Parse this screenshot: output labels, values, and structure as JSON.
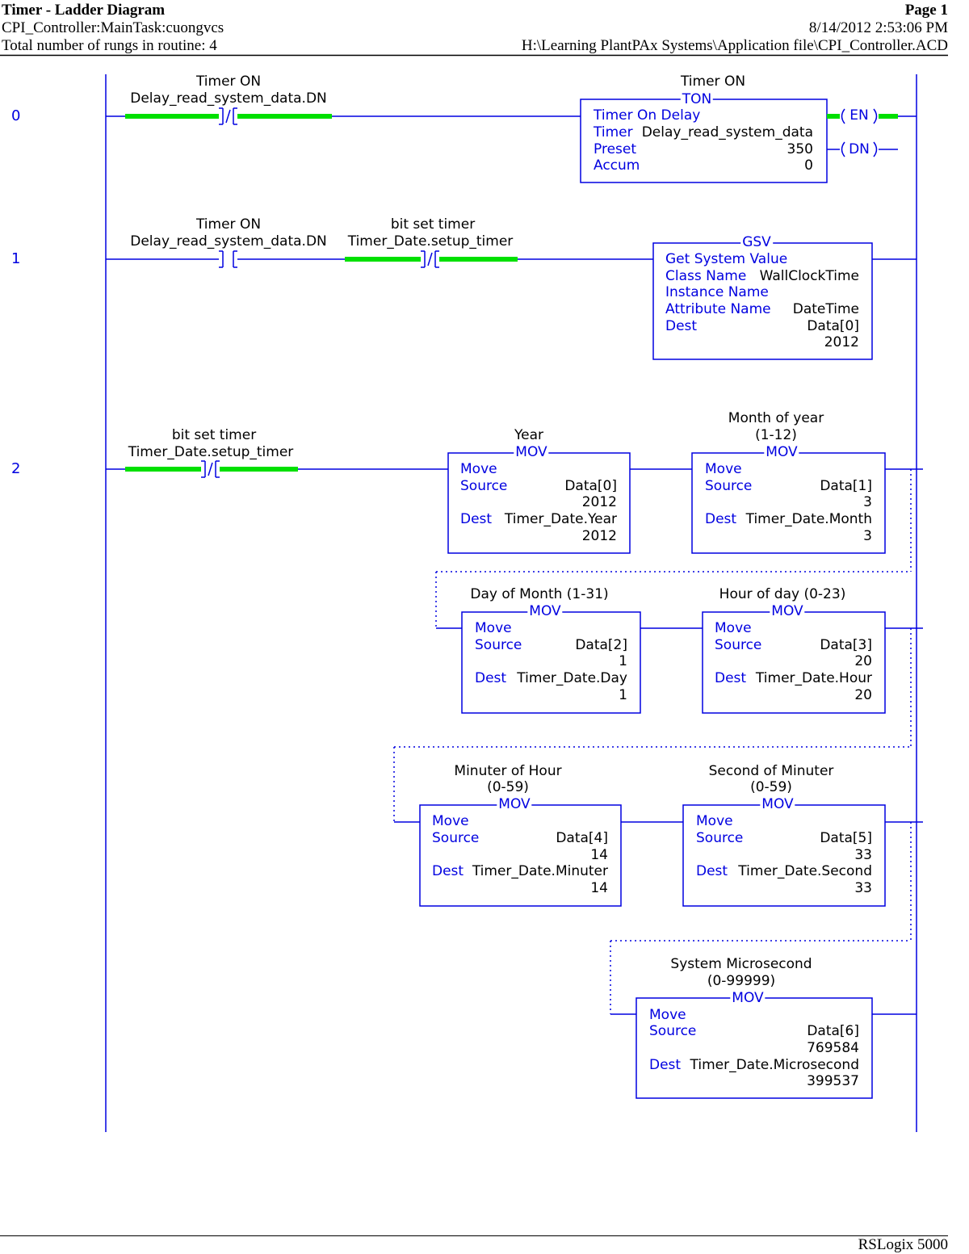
{
  "header": {
    "title": "Timer - Ladder Diagram",
    "page": "Page 1",
    "task": "CPI_Controller:MainTask:cuongvcs",
    "datetime": "8/14/2012 2:53:06 PM",
    "rungs_total": "Total number of rungs in routine: 4",
    "file_path": "H:\\Learning PlantPAx Systems\\Application file\\CPI_Controller.ACD"
  },
  "footer": {
    "software": "RSLogix 5000"
  },
  "colors": {
    "wire": "#0000e0",
    "energized": "#00e000",
    "text": "#000000"
  },
  "rungs": {
    "r0": {
      "number": "0",
      "contact": {
        "desc": "Timer ON",
        "tag": "Delay_read_system_data.DN"
      },
      "ton": {
        "desc": "Timer ON",
        "mnemonic": "TON",
        "title": "Timer On Delay",
        "timer_label": "Timer",
        "timer_value": "Delay_read_system_data",
        "preset_label": "Preset",
        "preset_value": "350",
        "accum_label": "Accum",
        "accum_value": "0",
        "en": "EN",
        "dn": "DN"
      }
    },
    "r1": {
      "number": "1",
      "contact1": {
        "desc": "Timer ON",
        "tag": "Delay_read_system_data.DN"
      },
      "contact2": {
        "desc": "bit set timer",
        "tag": "Timer_Date.setup_timer"
      },
      "gsv": {
        "mnemonic": "GSV",
        "title": "Get System Value",
        "class_label": "Class Name",
        "class_value": "WallClockTime",
        "instance_label": "Instance Name",
        "attr_label": "Attribute Name",
        "attr_value": "DateTime",
        "dest_label": "Dest",
        "dest_value": "Data[0]",
        "dest_live": "2012"
      }
    },
    "r2": {
      "number": "2",
      "contact": {
        "desc": "bit set timer",
        "tag": "Timer_Date.setup_timer"
      },
      "mov_year": {
        "desc": "Year",
        "mnemonic": "MOV",
        "title": "Move",
        "source_label": "Source",
        "source": "Data[0]",
        "source_live": "2012",
        "dest_label": "Dest",
        "dest": "Timer_Date.Year",
        "dest_live": "2012"
      },
      "mov_month": {
        "desc1": "Month of year",
        "desc2": "(1-12)",
        "mnemonic": "MOV",
        "title": "Move",
        "source_label": "Source",
        "source": "Data[1]",
        "source_live": "3",
        "dest_label": "Dest",
        "dest": "Timer_Date.Month",
        "dest_live": "3"
      },
      "mov_day": {
        "desc": "Day of Month (1-31)",
        "mnemonic": "MOV",
        "title": "Move",
        "source_label": "Source",
        "source": "Data[2]",
        "source_live": "1",
        "dest_label": "Dest",
        "dest": "Timer_Date.Day",
        "dest_live": "1"
      },
      "mov_hour": {
        "desc": "Hour of day (0-23)",
        "mnemonic": "MOV",
        "title": "Move",
        "source_label": "Source",
        "source": "Data[3]",
        "source_live": "20",
        "dest_label": "Dest",
        "dest": "Timer_Date.Hour",
        "dest_live": "20"
      },
      "mov_minute": {
        "desc1": "Minuter of Hour",
        "desc2": "(0-59)",
        "mnemonic": "MOV",
        "title": "Move",
        "source_label": "Source",
        "source": "Data[4]",
        "source_live": "14",
        "dest_label": "Dest",
        "dest": "Timer_Date.Minuter",
        "dest_live": "14"
      },
      "mov_second": {
        "desc1": "Second of Minuter",
        "desc2": "(0-59)",
        "mnemonic": "MOV",
        "title": "Move",
        "source_label": "Source",
        "source": "Data[5]",
        "source_live": "33",
        "dest_label": "Dest",
        "dest": "Timer_Date.Second",
        "dest_live": "33"
      },
      "mov_micro": {
        "desc1": "System Microsecond",
        "desc2": "(0-99999)",
        "mnemonic": "MOV",
        "title": "Move",
        "source_label": "Source",
        "source": "Data[6]",
        "source_live": "769584",
        "dest_label": "Dest",
        "dest": "Timer_Date.Microsecond",
        "dest_live": "399537"
      }
    }
  }
}
